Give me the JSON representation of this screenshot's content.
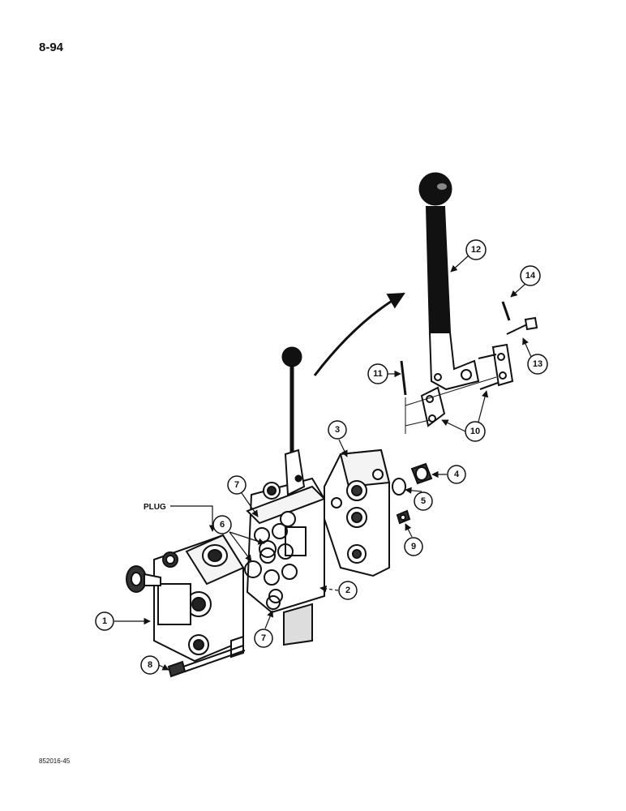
{
  "page": {
    "number": "8-94",
    "figure_code": "852016-45"
  },
  "labels": {
    "plug": "PLUG"
  },
  "callouts": [
    "1",
    "2",
    "3",
    "4",
    "5",
    "6",
    "7",
    "7",
    "8",
    "9",
    "10",
    "11",
    "12",
    "13",
    "14"
  ]
}
